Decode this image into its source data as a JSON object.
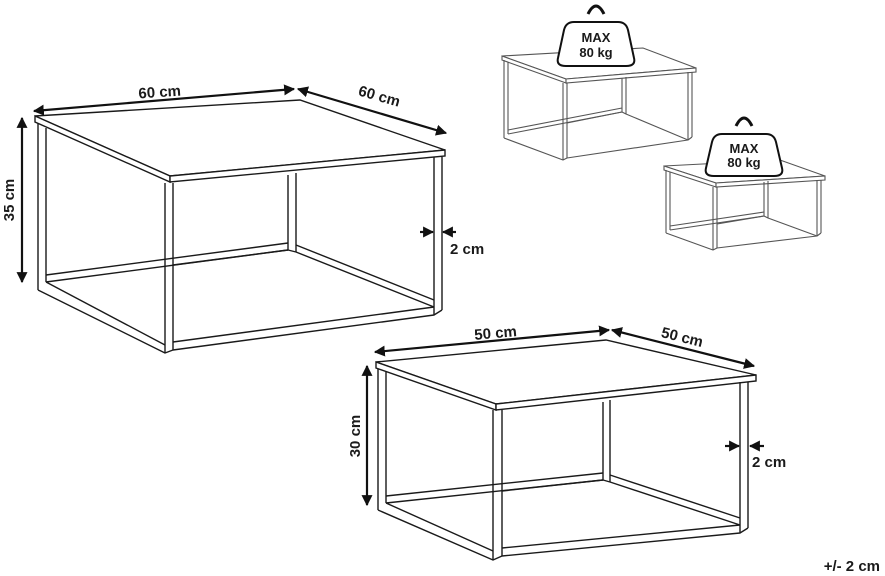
{
  "large_table": {
    "width_label": "60 cm",
    "depth_label": "60 cm",
    "height_label": "35 cm",
    "leg_label": "2 cm"
  },
  "small_table": {
    "width_label": "50 cm",
    "depth_label": "50 cm",
    "height_label": "30 cm",
    "leg_label": "2 cm"
  },
  "load_badges": [
    {
      "line1": "MAX",
      "line2": "80 kg"
    },
    {
      "line1": "MAX",
      "line2": "80 kg"
    }
  ],
  "tolerance_label": "+/- 2 cm"
}
